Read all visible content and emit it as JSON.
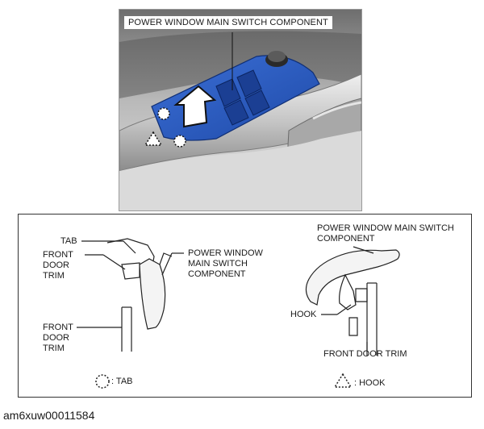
{
  "photo": {
    "title": "POWER WINDOW MAIN SWITCH COMPONENT"
  },
  "detail": {
    "left": {
      "tab_label": "TAB",
      "front_door_trim_upper": "FRONT\nDOOR\nTRIM",
      "component_label": "POWER WINDOW\nMAIN SWITCH\nCOMPONENT",
      "front_door_trim_lower": "FRONT\nDOOR\nTRIM"
    },
    "right": {
      "component_label": "POWER WINDOW MAIN SWITCH\nCOMPONENT",
      "hook_label": "HOOK",
      "front_door_trim_label": "FRONT DOOR TRIM"
    },
    "legend": {
      "tab": ": TAB",
      "hook": ": HOOK"
    }
  },
  "reference_code": "am6xuw00011584",
  "colors": {
    "switch_blue": "#2f5fc4",
    "trim_gray": "#b5b5b5"
  }
}
